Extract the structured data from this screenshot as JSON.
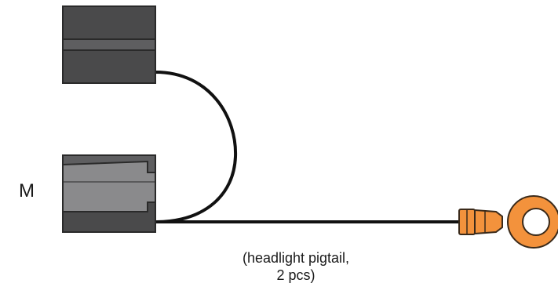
{
  "diagram": {
    "part_letter": "M",
    "caption_line1": "(headlight pigtail,",
    "caption_line2": "2 pcs)"
  },
  "colors": {
    "connector_dark": "#4a4a4b",
    "connector_mid": "#5e5e60",
    "connector_light": "#8a8a8c",
    "connector_outline": "#2a2a2a",
    "wire": "#111111",
    "terminal_orange": "#f3923c",
    "terminal_outline": "#3a2a1a"
  },
  "icons": {
    "top_connector": "connector-plug-icon",
    "bottom_connector": "connector-socket-icon",
    "ring_terminal": "ring-terminal-icon"
  }
}
